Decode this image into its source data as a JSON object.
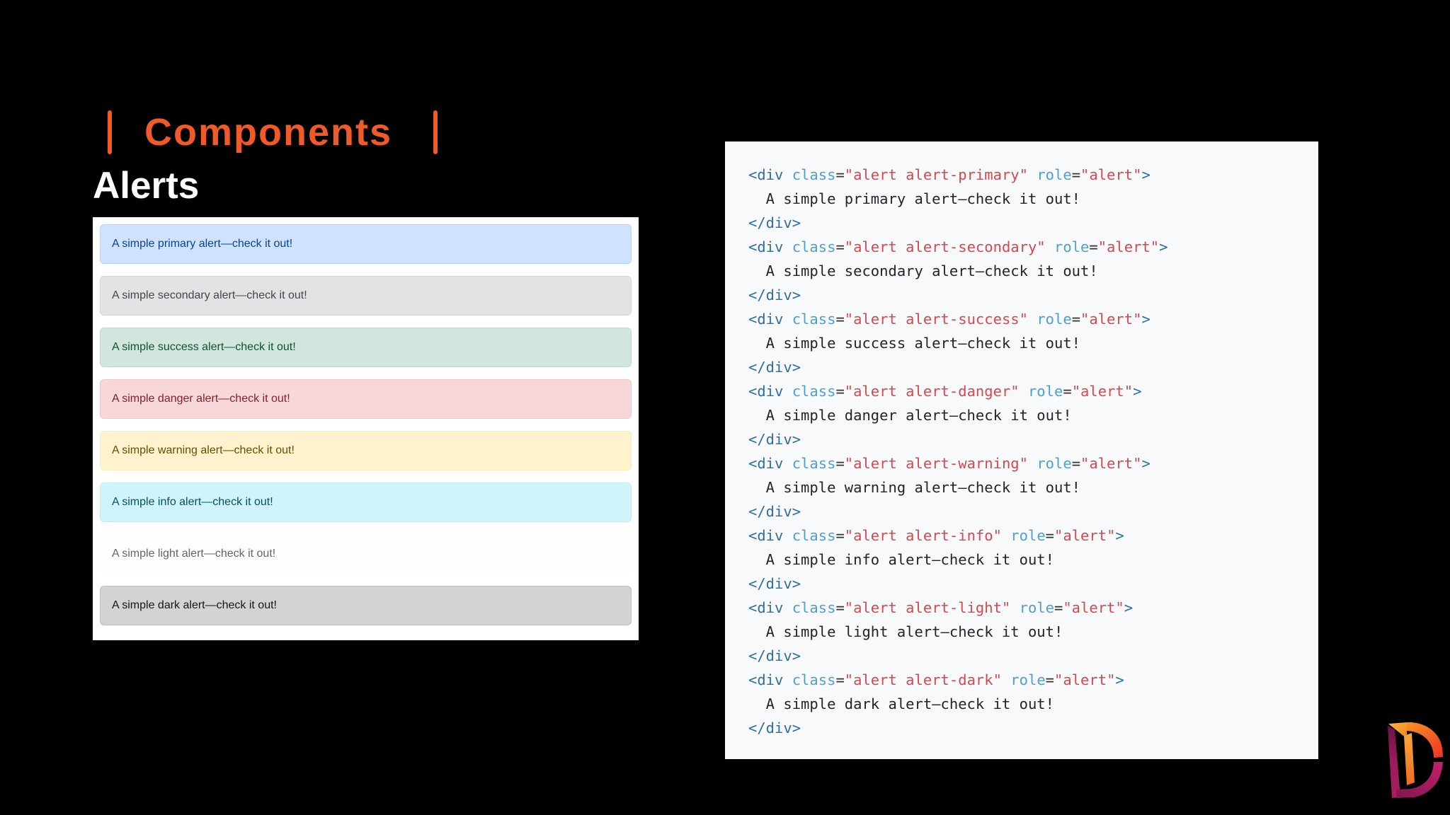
{
  "slide": {
    "title": "Components",
    "accent_color": "#ee5a29",
    "background_color": "#000000"
  },
  "section": {
    "heading": "Alerts"
  },
  "alerts_panel": {
    "background": "#ffffff",
    "items": [
      {
        "variant": "primary",
        "text": "A simple primary alert—check it out!",
        "bg": "#cfe2ff",
        "border": "#b6d4fe",
        "color": "#084298"
      },
      {
        "variant": "secondary",
        "text": "A simple secondary alert—check it out!",
        "bg": "#e2e3e5",
        "border": "#d3d6d8",
        "color": "#41464b"
      },
      {
        "variant": "success",
        "text": "A simple success alert—check it out!",
        "bg": "#d1e7dd",
        "border": "#badbcc",
        "color": "#0f5132"
      },
      {
        "variant": "danger",
        "text": "A simple danger alert—check it out!",
        "bg": "#f8d7da",
        "border": "#f5c2c7",
        "color": "#842029"
      },
      {
        "variant": "warning",
        "text": "A simple warning alert—check it out!",
        "bg": "#fff3cd",
        "border": "#ffecb5",
        "color": "#664d03"
      },
      {
        "variant": "info",
        "text": "A simple info alert—check it out!",
        "bg": "#cff4fc",
        "border": "#b6effb",
        "color": "#055160"
      },
      {
        "variant": "light",
        "text": "A simple light alert—check it out!",
        "bg": "#fefefe",
        "border": "#fdfdfe",
        "color": "#636464"
      },
      {
        "variant": "dark",
        "text": "A simple dark alert—check it out!",
        "bg": "#d3d3d4",
        "border": "#bcbebf",
        "color": "#141619"
      }
    ]
  },
  "code_panel": {
    "background": "#f8f9fa",
    "syntax_colors": {
      "tag": "#2f6f9f",
      "attr": "#4f9fcf",
      "string": "#d44950",
      "punct": "#333333",
      "text": "#212529"
    },
    "lines": [
      {
        "segments": [
          {
            "t": "<div ",
            "c": "tag"
          },
          {
            "t": "class",
            "c": "attr"
          },
          {
            "t": "=",
            "c": "punct"
          },
          {
            "t": "\"alert alert-primary\"",
            "c": "string"
          },
          {
            "t": " ",
            "c": "punct"
          },
          {
            "t": "role",
            "c": "attr"
          },
          {
            "t": "=",
            "c": "punct"
          },
          {
            "t": "\"alert\"",
            "c": "string"
          },
          {
            "t": ">",
            "c": "tag"
          }
        ]
      },
      {
        "segments": [
          {
            "t": "  A simple primary alert—check it out!",
            "c": "text"
          }
        ]
      },
      {
        "segments": [
          {
            "t": "</div>",
            "c": "tag"
          }
        ]
      },
      {
        "segments": [
          {
            "t": "<div ",
            "c": "tag"
          },
          {
            "t": "class",
            "c": "attr"
          },
          {
            "t": "=",
            "c": "punct"
          },
          {
            "t": "\"alert alert-secondary\"",
            "c": "string"
          },
          {
            "t": " ",
            "c": "punct"
          },
          {
            "t": "role",
            "c": "attr"
          },
          {
            "t": "=",
            "c": "punct"
          },
          {
            "t": "\"alert\"",
            "c": "string"
          },
          {
            "t": ">",
            "c": "tag"
          }
        ]
      },
      {
        "segments": [
          {
            "t": "  A simple secondary alert—check it out!",
            "c": "text"
          }
        ]
      },
      {
        "segments": [
          {
            "t": "</div>",
            "c": "tag"
          }
        ]
      },
      {
        "segments": [
          {
            "t": "<div ",
            "c": "tag"
          },
          {
            "t": "class",
            "c": "attr"
          },
          {
            "t": "=",
            "c": "punct"
          },
          {
            "t": "\"alert alert-success\"",
            "c": "string"
          },
          {
            "t": " ",
            "c": "punct"
          },
          {
            "t": "role",
            "c": "attr"
          },
          {
            "t": "=",
            "c": "punct"
          },
          {
            "t": "\"alert\"",
            "c": "string"
          },
          {
            "t": ">",
            "c": "tag"
          }
        ]
      },
      {
        "segments": [
          {
            "t": "  A simple success alert—check it out!",
            "c": "text"
          }
        ]
      },
      {
        "segments": [
          {
            "t": "</div>",
            "c": "tag"
          }
        ]
      },
      {
        "segments": [
          {
            "t": "<div ",
            "c": "tag"
          },
          {
            "t": "class",
            "c": "attr"
          },
          {
            "t": "=",
            "c": "punct"
          },
          {
            "t": "\"alert alert-danger\"",
            "c": "string"
          },
          {
            "t": " ",
            "c": "punct"
          },
          {
            "t": "role",
            "c": "attr"
          },
          {
            "t": "=",
            "c": "punct"
          },
          {
            "t": "\"alert\"",
            "c": "string"
          },
          {
            "t": ">",
            "c": "tag"
          }
        ]
      },
      {
        "segments": [
          {
            "t": "  A simple danger alert—check it out!",
            "c": "text"
          }
        ]
      },
      {
        "segments": [
          {
            "t": "</div>",
            "c": "tag"
          }
        ]
      },
      {
        "segments": [
          {
            "t": "<div ",
            "c": "tag"
          },
          {
            "t": "class",
            "c": "attr"
          },
          {
            "t": "=",
            "c": "punct"
          },
          {
            "t": "\"alert alert-warning\"",
            "c": "string"
          },
          {
            "t": " ",
            "c": "punct"
          },
          {
            "t": "role",
            "c": "attr"
          },
          {
            "t": "=",
            "c": "punct"
          },
          {
            "t": "\"alert\"",
            "c": "string"
          },
          {
            "t": ">",
            "c": "tag"
          }
        ]
      },
      {
        "segments": [
          {
            "t": "  A simple warning alert—check it out!",
            "c": "text"
          }
        ]
      },
      {
        "segments": [
          {
            "t": "</div>",
            "c": "tag"
          }
        ]
      },
      {
        "segments": [
          {
            "t": "<div ",
            "c": "tag"
          },
          {
            "t": "class",
            "c": "attr"
          },
          {
            "t": "=",
            "c": "punct"
          },
          {
            "t": "\"alert alert-info\"",
            "c": "string"
          },
          {
            "t": " ",
            "c": "punct"
          },
          {
            "t": "role",
            "c": "attr"
          },
          {
            "t": "=",
            "c": "punct"
          },
          {
            "t": "\"alert\"",
            "c": "string"
          },
          {
            "t": ">",
            "c": "tag"
          }
        ]
      },
      {
        "segments": [
          {
            "t": "  A simple info alert—check it out!",
            "c": "text"
          }
        ]
      },
      {
        "segments": [
          {
            "t": "</div>",
            "c": "tag"
          }
        ]
      },
      {
        "segments": [
          {
            "t": "<div ",
            "c": "tag"
          },
          {
            "t": "class",
            "c": "attr"
          },
          {
            "t": "=",
            "c": "punct"
          },
          {
            "t": "\"alert alert-light\"",
            "c": "string"
          },
          {
            "t": " ",
            "c": "punct"
          },
          {
            "t": "role",
            "c": "attr"
          },
          {
            "t": "=",
            "c": "punct"
          },
          {
            "t": "\"alert\"",
            "c": "string"
          },
          {
            "t": ">",
            "c": "tag"
          }
        ]
      },
      {
        "segments": [
          {
            "t": "  A simple light alert—check it out!",
            "c": "text"
          }
        ]
      },
      {
        "segments": [
          {
            "t": "</div>",
            "c": "tag"
          }
        ]
      },
      {
        "segments": [
          {
            "t": "<div ",
            "c": "tag"
          },
          {
            "t": "class",
            "c": "attr"
          },
          {
            "t": "=",
            "c": "punct"
          },
          {
            "t": "\"alert alert-dark\"",
            "c": "string"
          },
          {
            "t": " ",
            "c": "punct"
          },
          {
            "t": "role",
            "c": "attr"
          },
          {
            "t": "=",
            "c": "punct"
          },
          {
            "t": "\"alert\"",
            "c": "string"
          },
          {
            "t": ">",
            "c": "tag"
          }
        ]
      },
      {
        "segments": [
          {
            "t": "  A simple dark alert—check it out!",
            "c": "text"
          }
        ]
      },
      {
        "segments": [
          {
            "t": "</div>",
            "c": "tag"
          }
        ]
      }
    ]
  },
  "logo": {
    "name": "d-letter-logo",
    "colors": {
      "orange_light": "#fbb040",
      "orange": "#f58220",
      "red_orange": "#ee3124",
      "magenta": "#a81b60",
      "magenta_dark": "#6e1446"
    }
  }
}
